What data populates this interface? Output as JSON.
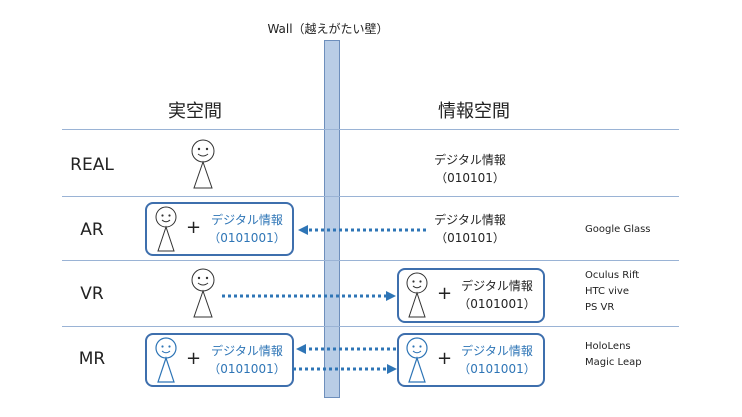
{
  "wall_label": "Wall（越えがたい壁）",
  "columns": {
    "real_space": "実空間",
    "info_space": "情報空間"
  },
  "rows": [
    {
      "label": "REAL",
      "info_line1": "デジタル情報",
      "info_line2": "（010101）"
    },
    {
      "label": "AR",
      "info_line1": "デジタル情報",
      "info_line2": "（010101）",
      "overlay_line1": "デジタル情報",
      "overlay_line2": "（0101001）",
      "devices": [
        "Google Glass"
      ]
    },
    {
      "label": "VR",
      "overlay_line1": "デジタル情報",
      "overlay_line2": "（0101001）",
      "devices": [
        "Oculus Rift",
        "HTC vive",
        "PS VR"
      ]
    },
    {
      "label": "MR",
      "left_line1": "デジタル情報",
      "left_line2": "（0101001）",
      "right_line1": "デジタル情報",
      "right_line2": "（0101001）",
      "devices": [
        "HoloLens",
        "Magic Leap"
      ]
    }
  ],
  "plus": "+",
  "colors": {
    "accent": "#2e75b6",
    "wall": "#b9cde6",
    "box_border": "#3e6fad",
    "divider": "#9ab3d5"
  }
}
